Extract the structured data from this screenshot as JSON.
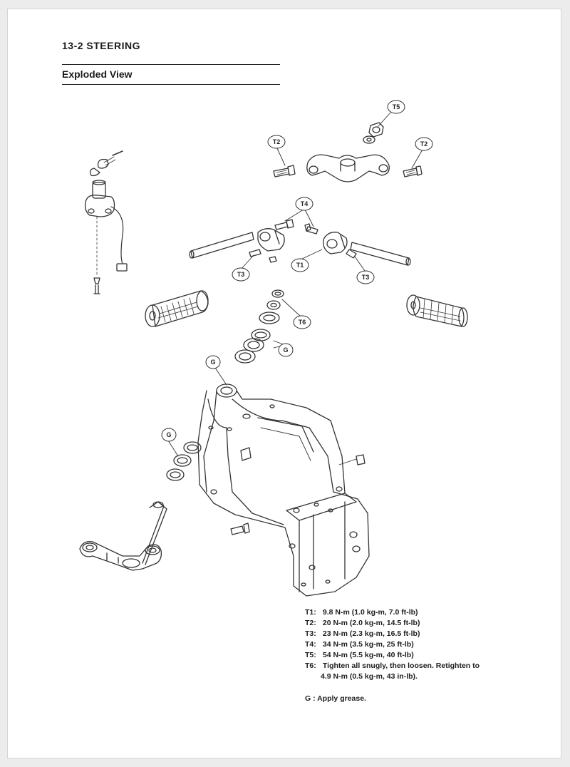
{
  "section_title": "13-2  STEERING",
  "sub_title": "Exploded View",
  "callouts": {
    "t1": "T1",
    "t2": "T2",
    "t3": "T3",
    "t4": "T4",
    "t5": "T5",
    "t6": "T6",
    "g": "G"
  },
  "legend": {
    "items": [
      {
        "key": "T1:",
        "text": "9.8 N-m (1.0 kg-m, 7.0 ft-lb)"
      },
      {
        "key": "T2:",
        "text": "20 N-m (2.0 kg-m, 14.5 ft-lb)"
      },
      {
        "key": "T3:",
        "text": "23 N-m (2.3 kg-m, 16.5 ft-lb)"
      },
      {
        "key": "T4:",
        "text": "34 N-m (3.5 kg-m, 25 ft-lb)"
      },
      {
        "key": "T5:",
        "text": "54 N-m (5.5 kg-m, 40 ft-lb)"
      },
      {
        "key": "T6:",
        "text": "Tighten all snugly, then loosen.  Retighten to"
      }
    ],
    "t6_continued": "4.9 N-m (0.5 kg-m, 43 in-lb).",
    "grease_note": "G : Apply grease."
  }
}
